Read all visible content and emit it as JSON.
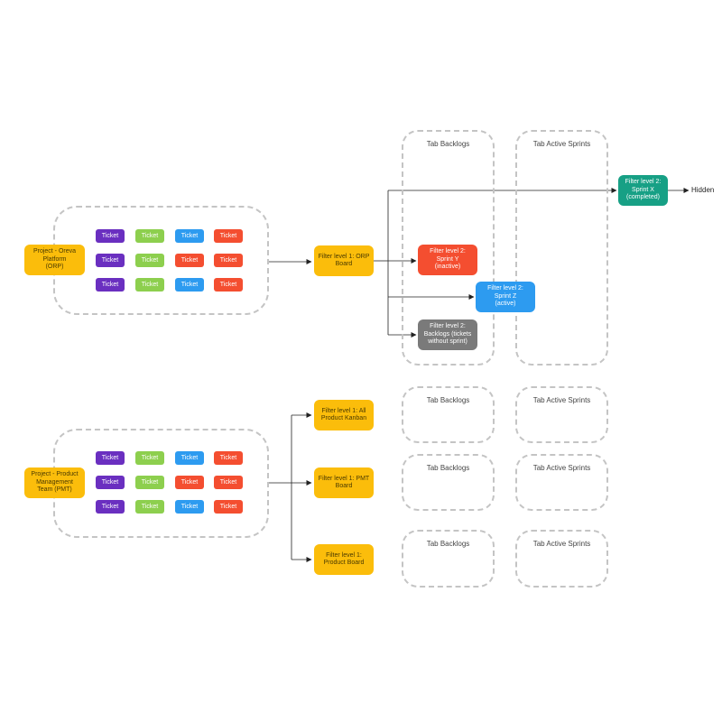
{
  "ticket_label": "Ticket",
  "top": {
    "project": "Project - Oreva\nPlatform\n(ORP)",
    "tickets": [
      [
        "purple",
        "green",
        "blue",
        "red"
      ],
      [
        "purple",
        "green",
        "red",
        "red"
      ],
      [
        "purple",
        "green",
        "blue",
        "red"
      ]
    ],
    "board": "Filter level 1: ORP\nBoard",
    "columns": [
      "Tab Backlogs",
      "Tab Active Sprints"
    ],
    "sprint_y": "Filter level 2:\nSprint Y\n(inactive)",
    "sprint_z": "Filter level 2:\nSprint Z\n(active)",
    "backlogs": "Filter level 2:\nBacklogs (tickets\nwithout sprint)",
    "sprint_x": "Filter level 2:\nSprint X\n(completed)",
    "hidden": "Hidden"
  },
  "bottom": {
    "project": "Project - Product\nManagement\nTeam (PMT)",
    "tickets": [
      [
        "purple",
        "green",
        "blue",
        "red"
      ],
      [
        "purple",
        "green",
        "red",
        "red"
      ],
      [
        "purple",
        "green",
        "blue",
        "red"
      ]
    ],
    "boards": [
      "Filter level 1: All\nProduct Kanban",
      "Filter level 1: PMT\nBoard",
      "Filter level 1:\nProduct Board"
    ],
    "column_rows": [
      [
        "Tab Backlogs",
        "Tab Active Sprints"
      ],
      [
        "Tab Backlogs",
        "Tab Active Sprints"
      ],
      [
        "Tab Backlogs",
        "Tab Active Sprints"
      ]
    ]
  },
  "colors": {
    "yellow": "#fbbd0b",
    "red": "#f44e30",
    "blue": "#2d9bf0",
    "gray": "#7a7a7a",
    "teal": "#17a085",
    "purple": "#6a2fc0",
    "green": "#8dcf4e"
  }
}
